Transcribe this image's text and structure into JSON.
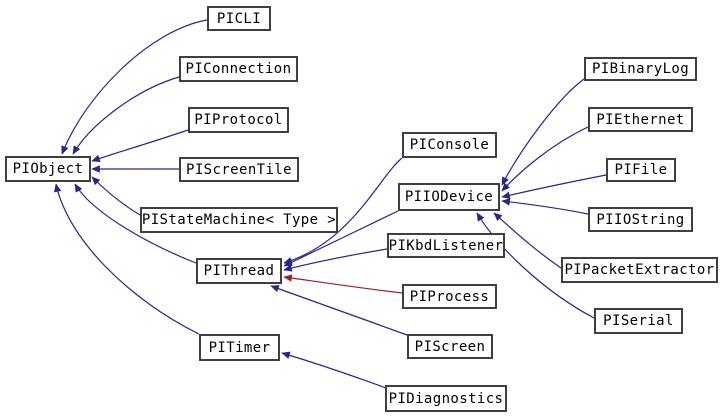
{
  "diagram": {
    "type": "class-inheritance-graph",
    "colors": {
      "background": "#ffffff",
      "node_fill": "#ffffff",
      "node_border": "#3f3f3f",
      "node_text": "#000000",
      "edge_public_inheritance": "#26268b",
      "edge_protected_inheritance": "#9b2424"
    },
    "nodes": [
      {
        "id": "piobject",
        "label": "PIObject"
      },
      {
        "id": "picli",
        "label": "PICLI"
      },
      {
        "id": "piconnection",
        "label": "PIConnection"
      },
      {
        "id": "piprotocol",
        "label": "PIProtocol"
      },
      {
        "id": "piscreentile",
        "label": "PIScreenTile"
      },
      {
        "id": "pistatemachine",
        "label": "PIStateMachine< Type >"
      },
      {
        "id": "pithread",
        "label": "PIThread"
      },
      {
        "id": "pitimer",
        "label": "PITimer"
      },
      {
        "id": "piconsole",
        "label": "PIConsole"
      },
      {
        "id": "piiodevice",
        "label": "PIIODevice"
      },
      {
        "id": "pikbdlistener",
        "label": "PIKbdListener"
      },
      {
        "id": "piprocess",
        "label": "PIProcess"
      },
      {
        "id": "piscreen",
        "label": "PIScreen"
      },
      {
        "id": "pidiagnostics",
        "label": "PIDiagnostics"
      },
      {
        "id": "pibinarylog",
        "label": "PIBinaryLog"
      },
      {
        "id": "piethernet",
        "label": "PIEthernet"
      },
      {
        "id": "pifile",
        "label": "PIFile"
      },
      {
        "id": "piiostring",
        "label": "PIIOString"
      },
      {
        "id": "pipacketextractor",
        "label": "PIPacketExtractor"
      },
      {
        "id": "piserial",
        "label": "PISerial"
      }
    ],
    "edges": [
      {
        "from": "PICLI",
        "to": "PIObject",
        "relation": "public-inheritance"
      },
      {
        "from": "PIConnection",
        "to": "PIObject",
        "relation": "public-inheritance"
      },
      {
        "from": "PIProtocol",
        "to": "PIObject",
        "relation": "public-inheritance"
      },
      {
        "from": "PIScreenTile",
        "to": "PIObject",
        "relation": "public-inheritance"
      },
      {
        "from": "PIStateMachine< Type >",
        "to": "PIObject",
        "relation": "public-inheritance"
      },
      {
        "from": "PIThread",
        "to": "PIObject",
        "relation": "public-inheritance"
      },
      {
        "from": "PITimer",
        "to": "PIObject",
        "relation": "public-inheritance"
      },
      {
        "from": "PIConsole",
        "to": "PIThread",
        "relation": "public-inheritance"
      },
      {
        "from": "PIIODevice",
        "to": "PIThread",
        "relation": "public-inheritance"
      },
      {
        "from": "PIKbdListener",
        "to": "PIThread",
        "relation": "public-inheritance"
      },
      {
        "from": "PIProcess",
        "to": "PIThread",
        "relation": "protected-inheritance"
      },
      {
        "from": "PIScreen",
        "to": "PIThread",
        "relation": "public-inheritance"
      },
      {
        "from": "PIDiagnostics",
        "to": "PITimer",
        "relation": "public-inheritance"
      },
      {
        "from": "PIBinaryLog",
        "to": "PIIODevice",
        "relation": "public-inheritance"
      },
      {
        "from": "PIEthernet",
        "to": "PIIODevice",
        "relation": "public-inheritance"
      },
      {
        "from": "PIFile",
        "to": "PIIODevice",
        "relation": "public-inheritance"
      },
      {
        "from": "PIIOString",
        "to": "PIIODevice",
        "relation": "public-inheritance"
      },
      {
        "from": "PIPacketExtractor",
        "to": "PIIODevice",
        "relation": "public-inheritance"
      },
      {
        "from": "PISerial",
        "to": "PIIODevice",
        "relation": "public-inheritance"
      }
    ]
  }
}
